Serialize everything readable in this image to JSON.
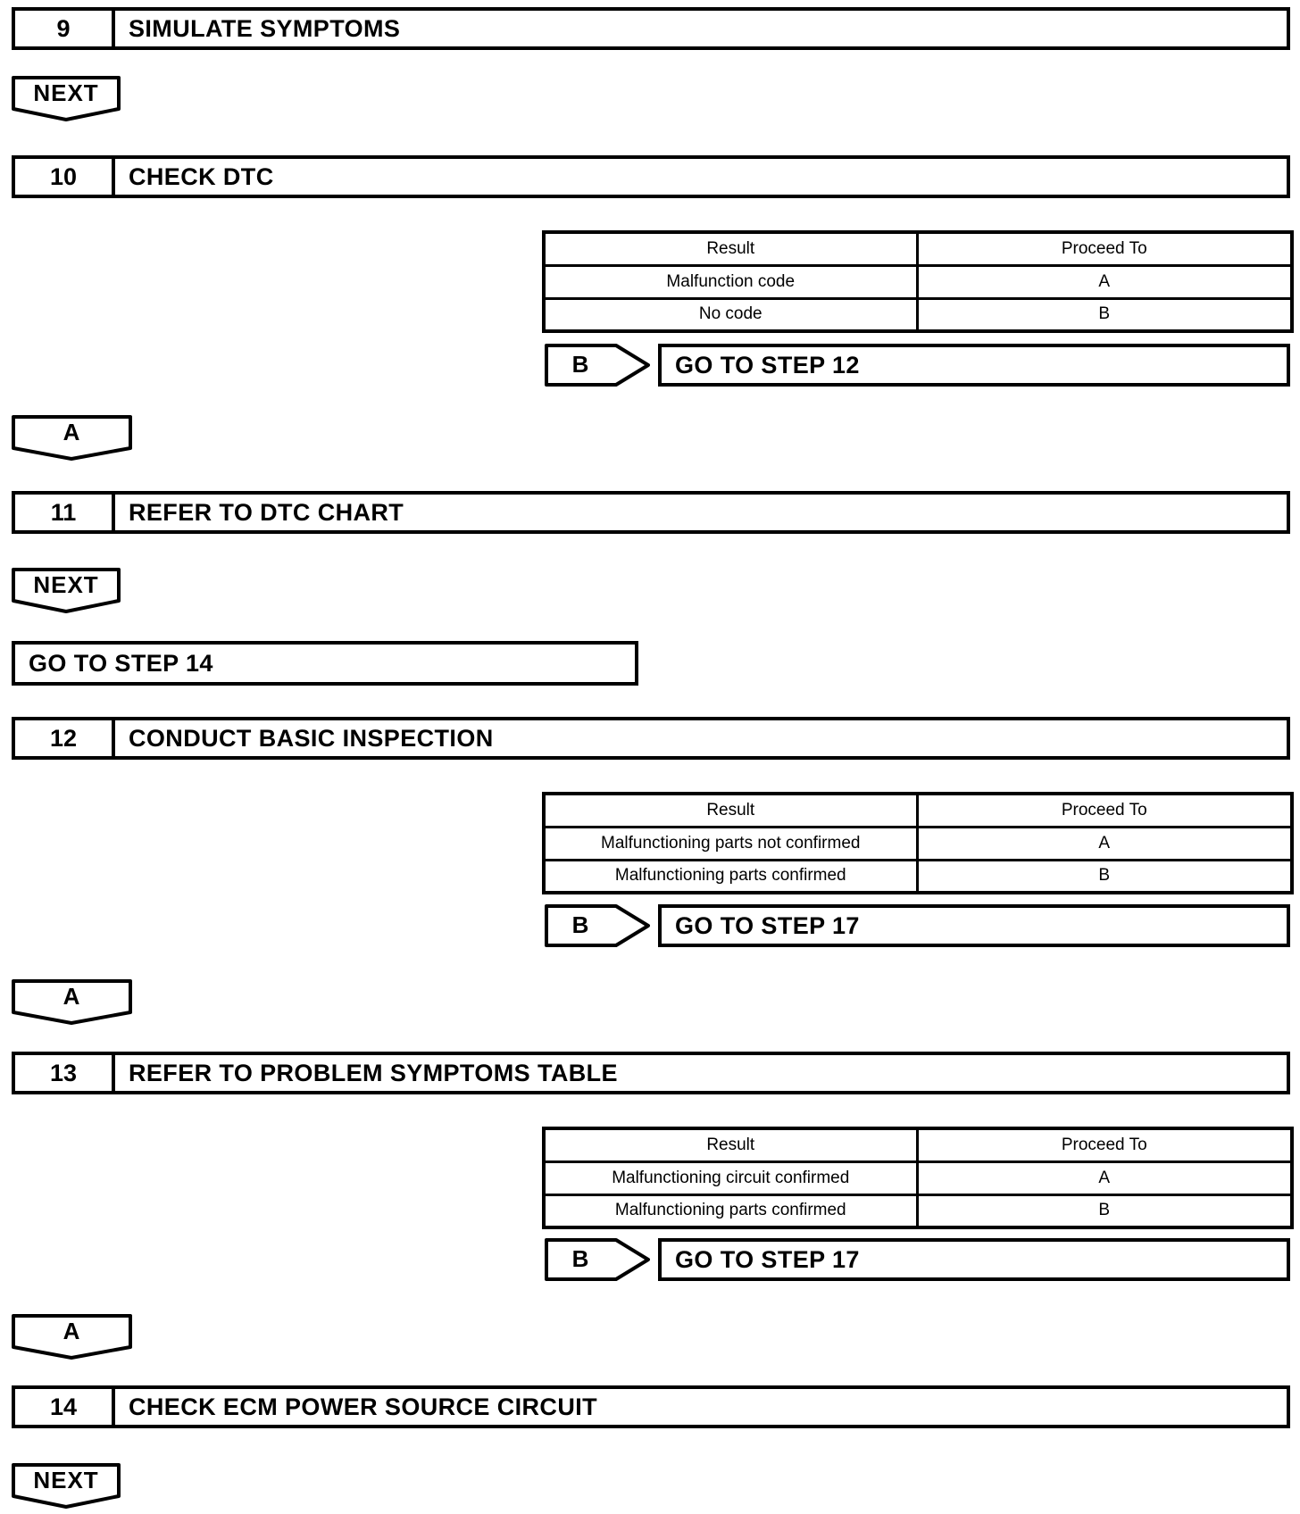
{
  "colors": {
    "ink": "#000000",
    "paper": "#ffffff"
  },
  "steps": [
    {
      "number": "9",
      "title": "SIMULATE SYMPTOMS"
    },
    {
      "number": "10",
      "title": "CHECK DTC"
    },
    {
      "number": "11",
      "title": "REFER TO DTC CHART"
    },
    {
      "number": "12",
      "title": "CONDUCT BASIC INSPECTION"
    },
    {
      "number": "13",
      "title": "REFER TO PROBLEM SYMPTOMS TABLE"
    },
    {
      "number": "14",
      "title": "CHECK ECM POWER SOURCE CIRCUIT"
    }
  ],
  "connectors": {
    "next": "NEXT",
    "a": "A",
    "b": "B"
  },
  "goto": {
    "step12": "GO TO STEP 12",
    "step14": "GO TO STEP 14",
    "step17": "GO TO STEP 17"
  },
  "tables": [
    {
      "headers": [
        "Result",
        "Proceed To"
      ],
      "rows": [
        [
          "Malfunction code",
          "A"
        ],
        [
          "No code",
          "B"
        ]
      ]
    },
    {
      "headers": [
        "Result",
        "Proceed To"
      ],
      "rows": [
        [
          "Malfunctioning parts not confirmed",
          "A"
        ],
        [
          "Malfunctioning parts confirmed",
          "B"
        ]
      ]
    },
    {
      "headers": [
        "Result",
        "Proceed To"
      ],
      "rows": [
        [
          "Malfunctioning circuit confirmed",
          "A"
        ],
        [
          "Malfunctioning parts confirmed",
          "B"
        ]
      ]
    }
  ]
}
